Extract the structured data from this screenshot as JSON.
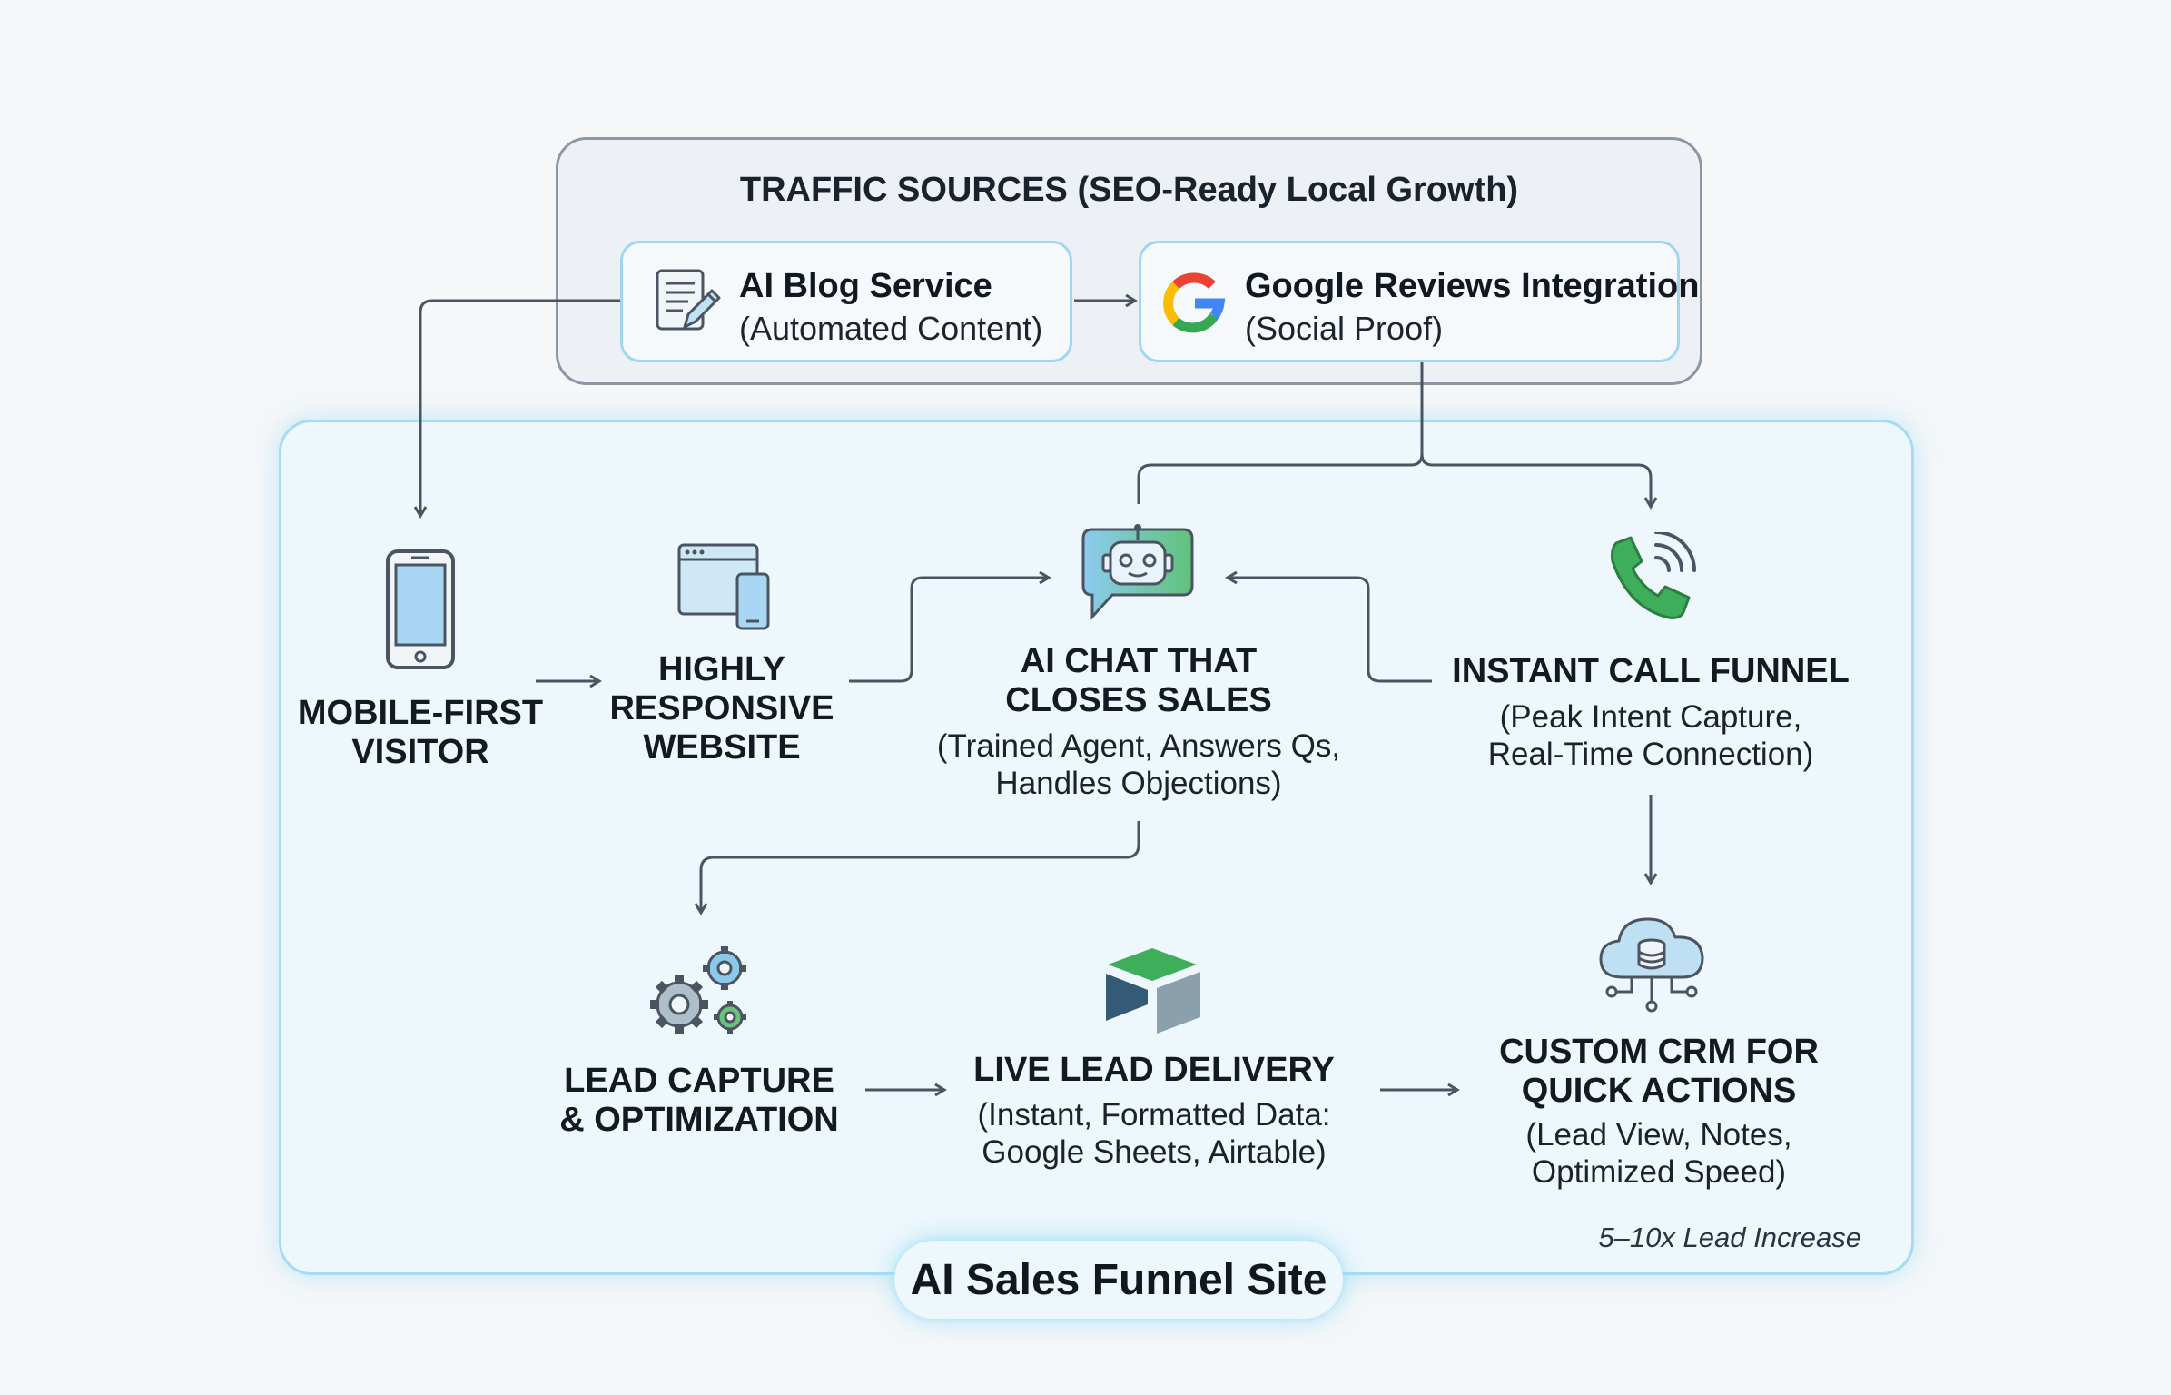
{
  "traffic": {
    "title": "TRAFFIC SOURCES (SEO-Ready Local Growth)",
    "blog": {
      "title": "AI Blog Service",
      "subtitle": "(Automated Content)"
    },
    "google": {
      "title": "Google Reviews Integration",
      "subtitle": "(Social Proof)"
    }
  },
  "nodes": {
    "visitor": {
      "line1": "MOBILE-FIRST",
      "line2": "VISITOR"
    },
    "website": {
      "line1": "HIGHLY",
      "line2": "RESPONSIVE",
      "line3": "WEBSITE"
    },
    "chat": {
      "line1": "AI CHAT THAT",
      "line2": "CLOSES SALES",
      "sub1": "(Trained Agent, Answers Qs,",
      "sub2": "Handles Objections)"
    },
    "call": {
      "line1": "INSTANT CALL FUNNEL",
      "sub1": "(Peak Intent Capture,",
      "sub2": "Real-Time Connection)"
    },
    "capture": {
      "line1": "LEAD CAPTURE",
      "line2": "& OPTIMIZATION"
    },
    "delivery": {
      "line1": "LIVE LEAD DELIVERY",
      "sub1": "(Instant, Formatted Data:",
      "sub2": "Google Sheets, Airtable)"
    },
    "crm": {
      "line1": "CUSTOM CRM FOR",
      "line2": "QUICK ACTIONS",
      "sub1": "(Lead View, Notes,",
      "sub2": "Optimized Speed)"
    }
  },
  "footnote": "5–10x Lead Increase",
  "badge": "AI Sales Funnel Site",
  "icons": [
    "document-pencil-icon",
    "google-g-icon",
    "smartphone-icon",
    "responsive-devices-icon",
    "chatbot-icon",
    "phone-call-icon",
    "gears-icon",
    "airtable-icon",
    "cloud-database-icon"
  ],
  "colors": {
    "accent_blue": "#a6dcf3",
    "connector": "#4a5561",
    "green": "#3fae5a",
    "google_blue": "#4285f4",
    "google_red": "#ea4335",
    "google_yellow": "#fbbc05",
    "google_green": "#34a853"
  }
}
